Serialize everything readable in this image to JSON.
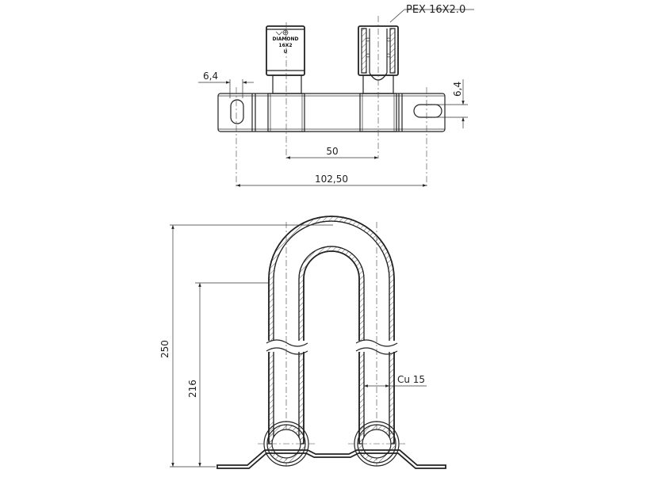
{
  "callouts": {
    "pipe_spec": "PEX 16X2.0",
    "fitting_brand": "DIAMOND",
    "fitting_size": "16X2",
    "fitting_mark": "U",
    "pipe_material": "Cu 15"
  },
  "dimensions": {
    "left_offset": "6,4",
    "right_offset": "6,4",
    "spacing_centers": "50",
    "overall_width": "102,50",
    "total_height": "250",
    "pipe_height": "216"
  }
}
